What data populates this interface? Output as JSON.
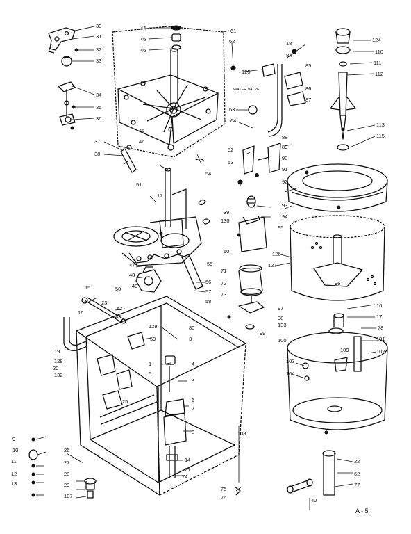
{
  "diagram": {
    "sheet_label": "A - 5",
    "valve_label": "WATER VALVE",
    "callouts": [
      "30",
      "31",
      "32",
      "33",
      "34",
      "35",
      "36",
      "37",
      "38",
      "44",
      "45",
      "46",
      "61",
      "62",
      "63",
      "64",
      "45",
      "46",
      "125",
      "18",
      "84",
      "85",
      "86",
      "87",
      "124",
      "110",
      "111",
      "112",
      "113",
      "115",
      "51",
      "54",
      "52",
      "53",
      "88",
      "89",
      "90",
      "91",
      "92",
      "93",
      "94",
      "95",
      "96",
      "126",
      "127",
      "17",
      "39",
      "130",
      "60",
      "71",
      "72",
      "73",
      "47",
      "48",
      "49",
      "55",
      "56",
      "57",
      "58",
      "15",
      "16",
      "23",
      "42",
      "43",
      "50",
      "97",
      "98",
      "99",
      "100",
      "133",
      "16",
      "17",
      "78",
      "109",
      "101",
      "102",
      "103",
      "104",
      "19",
      "128",
      "20",
      "132",
      "129",
      "59",
      "80",
      "3",
      "4",
      "2",
      "1",
      "5",
      "6",
      "7",
      "8",
      "9",
      "10",
      "11",
      "12",
      "13",
      "14",
      "21",
      "22",
      "62",
      "25",
      "26",
      "27",
      "28",
      "29",
      "107",
      "74",
      "75",
      "76",
      "77",
      "108",
      "40"
    ]
  }
}
